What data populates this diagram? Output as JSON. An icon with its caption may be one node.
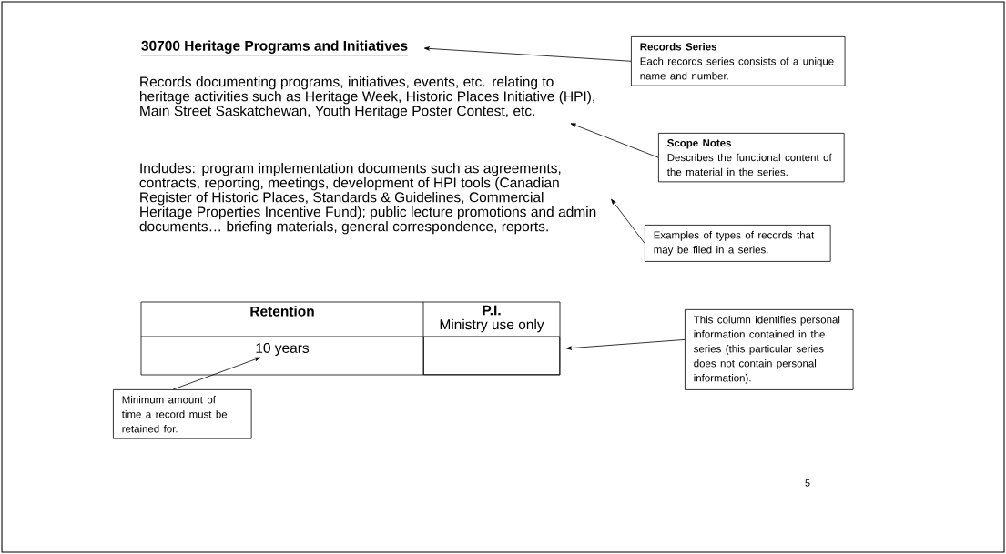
{
  "diagram": {
    "nodes": [
      {
        "text": [
          "30700 Heritage Programs and Initiatives"
        ]
      },
      {
        "text": [
          "Records documenting programs, initiatives, events, etc. relating to heritage activities such as Heritage Week, Historic Places Initiative (HPI), Main Street Saskatchewan, Youth Heritage Poster Contest, etc."
        ]
      },
      {
        "text": [
          "Includes: program implementation documents such as agreements, contracts, reporting, meetings, development of HPI tools (Canadian Register of Historic Places, Standards & Guidelines, Commercial Heritage Properties Incentive Fund); public lecture promotions and admin documents… briefing materials, general correspondence, reports."
        ]
      },
      {
        "text": [
          "10 years"
        ]
      },
      {
        "text": [],
        "shape": "box"
      },
      {
        "text": [
          "Records Series",
          "Each records series consists of a unique name and number."
        ]
      },
      {
        "text": [
          "Scope Notes",
          "Describes the functional content of the material in the series."
        ]
      },
      {
        "text": [
          "Examples of types of records that may be filed in a series."
        ]
      },
      {
        "text": [
          "This column identifies personal information contained in the series (this particular series does not contain personal information)."
        ]
      },
      {
        "text": [
          "Minimum amount of time a record must be retained for."
        ]
      }
    ],
    "edges": [
      {
        "from": 5,
        "to": 0,
        "arrow": "to"
      },
      {
        "from": 6,
        "to": 1,
        "arrow": "to"
      },
      {
        "from": 7,
        "to": 2,
        "arrow": "to"
      },
      {
        "from": 8,
        "to": 4,
        "arrow": "to"
      },
      {
        "from": 9,
        "to": 3,
        "arrow": "to"
      }
    ],
    "labels": [
      "Retention",
      "P.I.",
      "Ministry use only",
      "5"
    ]
  }
}
